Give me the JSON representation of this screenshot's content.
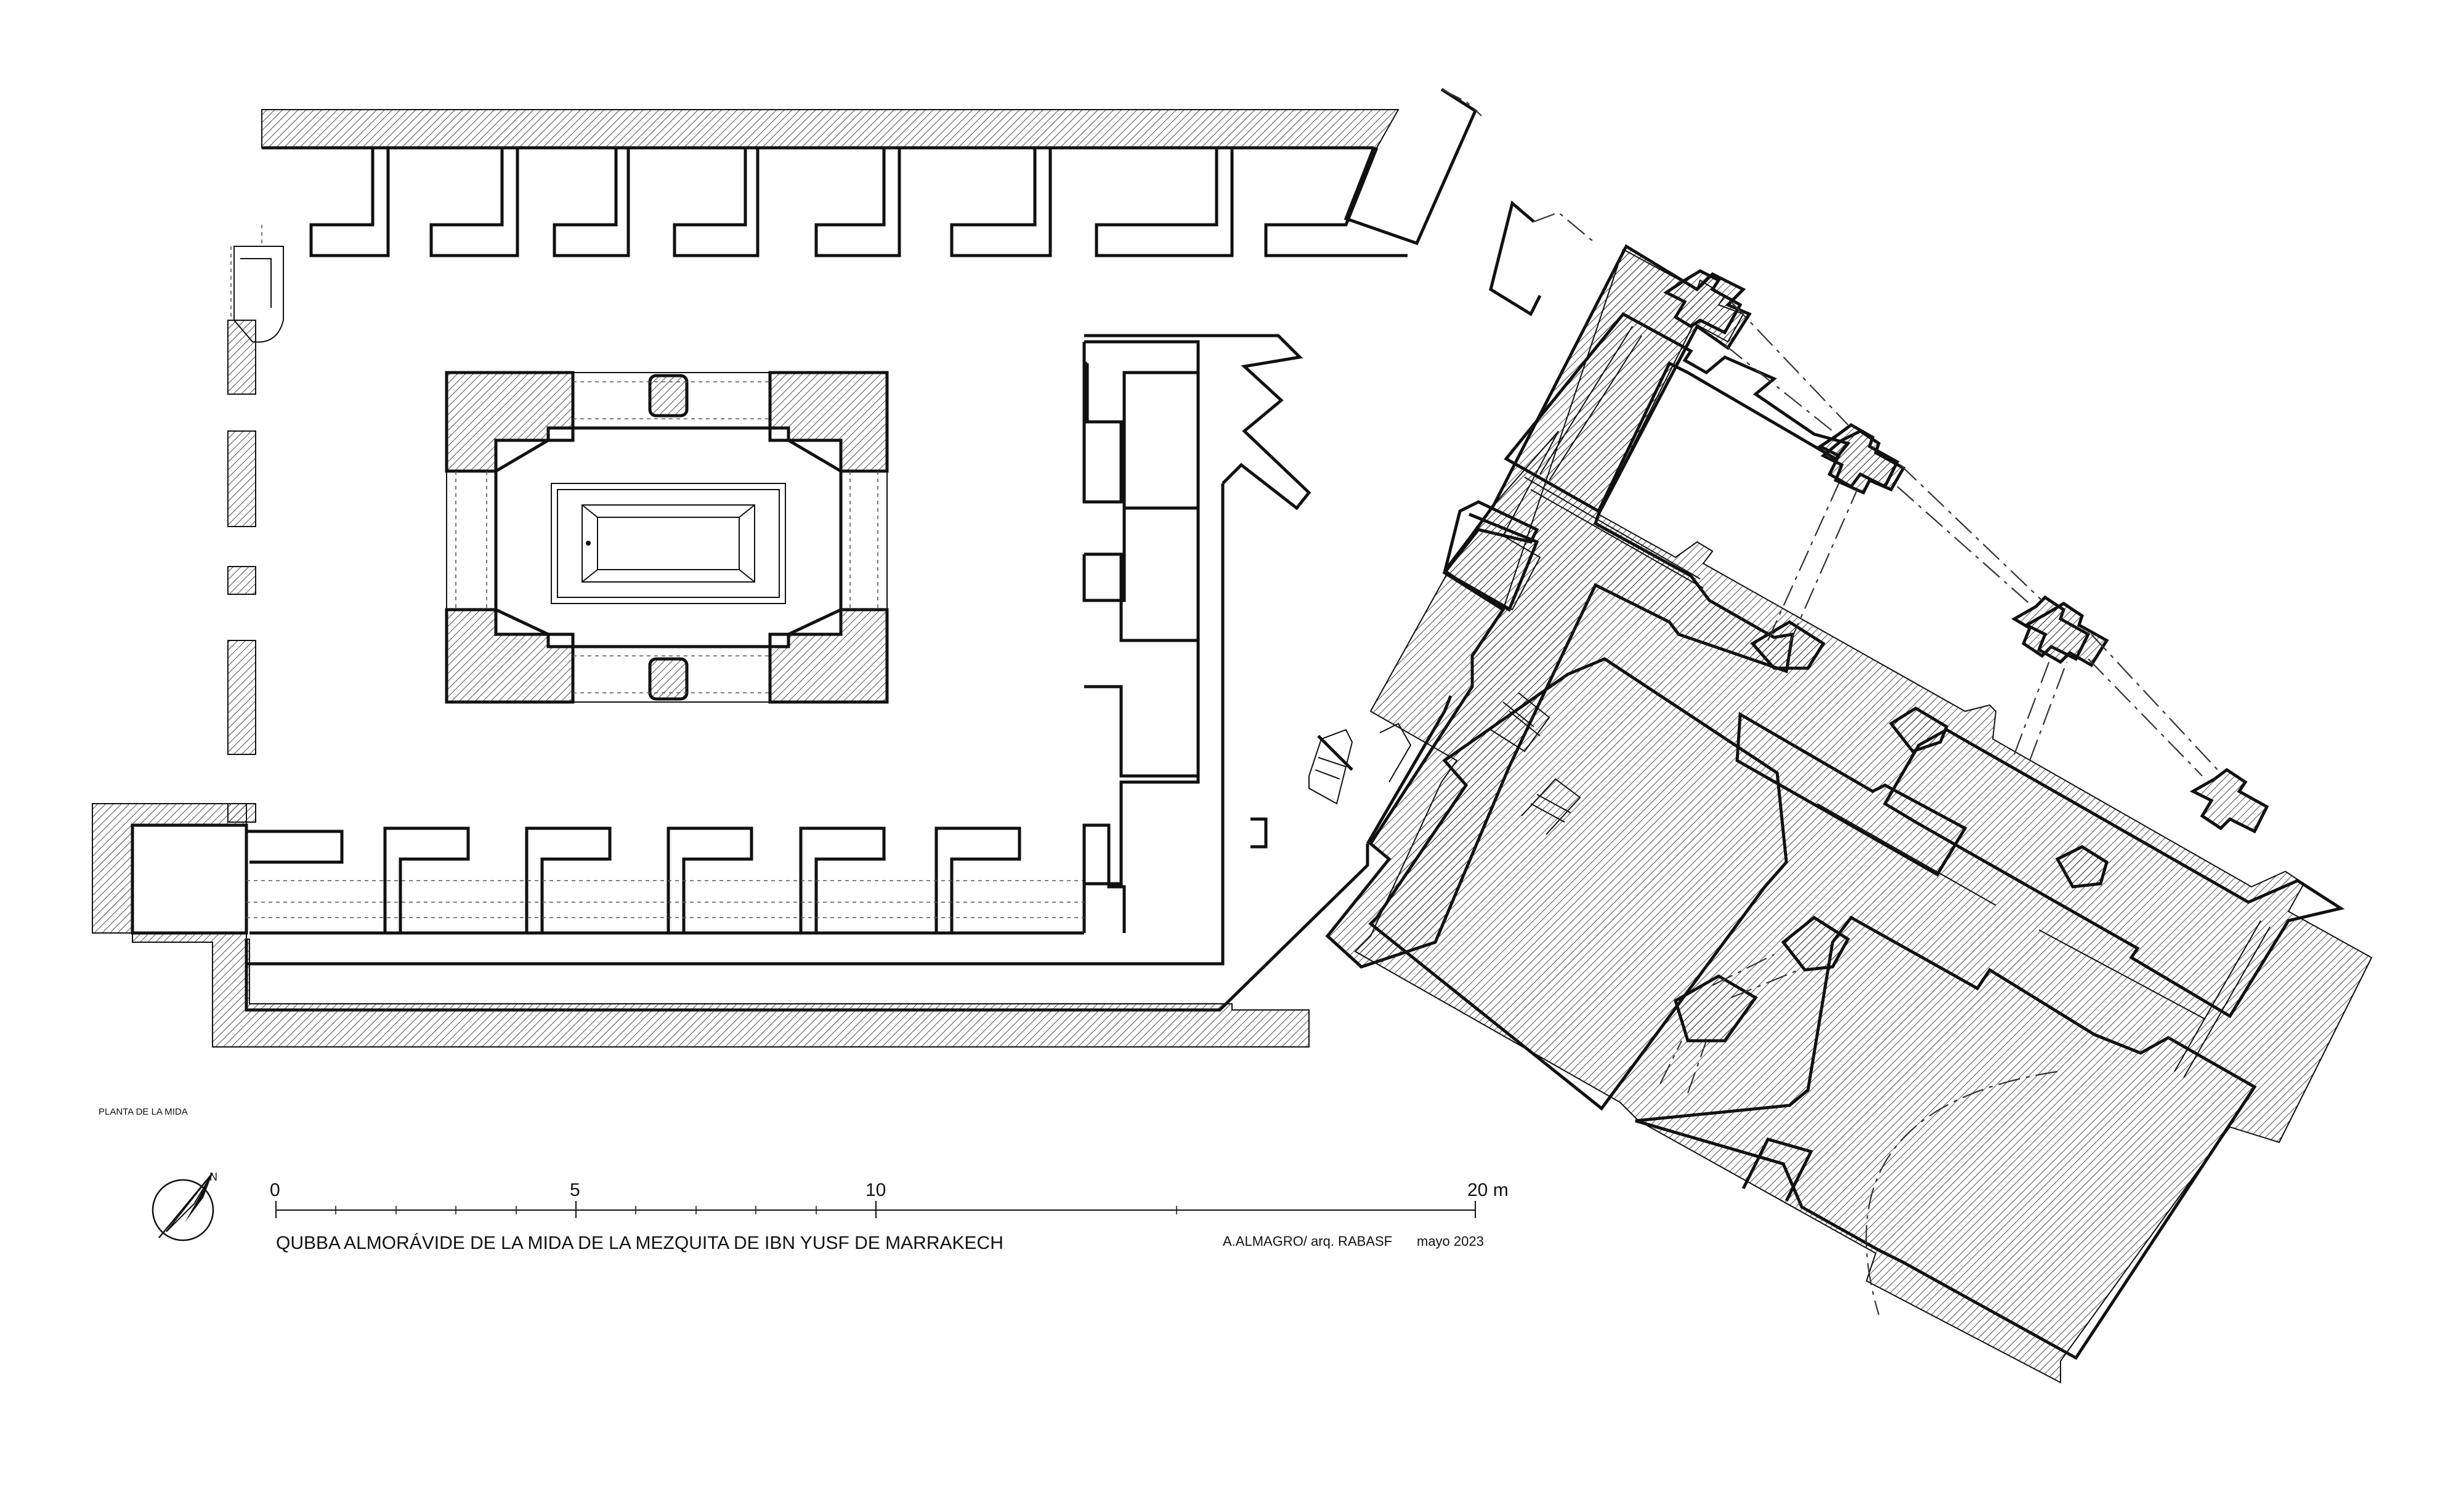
{
  "drawing_title": "QUBBA ALMORÁVIDE DE LA MIDA DE LA MEZQUITA DE IBN YUSF DE MARRAKECH",
  "plan_label": "PLANTA DE LA MIDA",
  "author": "A.ALMAGRO/ arq. RABASF",
  "date": "mayo 2023",
  "scale_bar": {
    "ticks": [
      "0",
      "5",
      "10",
      "20 m"
    ]
  },
  "north_arrow": {
    "label": "N",
    "icon": "north-arrow-icon"
  },
  "colors": {
    "ink": "#111111",
    "paper": "#ffffff"
  }
}
